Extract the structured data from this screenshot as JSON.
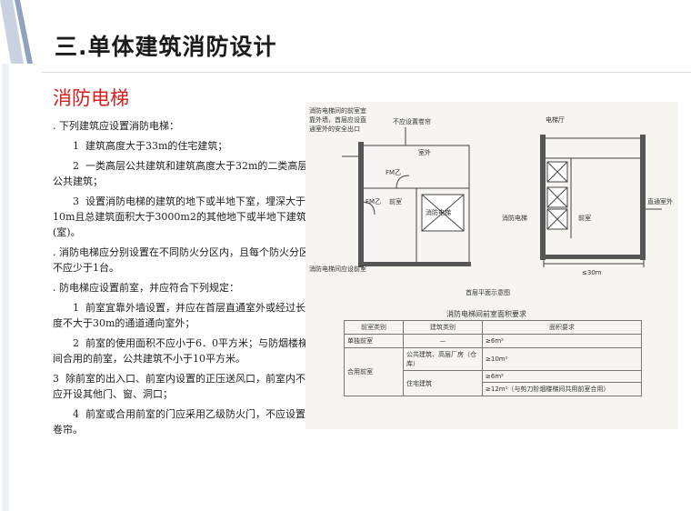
{
  "header": {
    "title": "三.单体建筑消防设计"
  },
  "section": {
    "title": "消防电梯"
  },
  "paragraphs": [
    {
      "text": ". 下列建筑应设置消防电梯：",
      "indent": false
    },
    {
      "text": "1  建筑高度大于33m的住宅建筑；",
      "indent": true
    },
    {
      "text": "2  一类高层公共建筑和建筑高度大于32m的二类高层公共建筑；",
      "indent": true
    },
    {
      "text": "3  设置消防电梯的建筑的地下或半地下室，埋深大于10m且总建筑面积大于3000m2的其他地下或半地下建筑(室)。",
      "indent": true
    },
    {
      "text": ". 消防电梯应分别设置在不同防火分区内，且每个防火分区不应少于1台。",
      "indent": false
    },
    {
      "text": ". 防电梯应设置前室，并应符合下列规定：",
      "indent": false
    },
    {
      "text": "1  前室宜靠外墙设置，并应在首层直通室外或经过长度不大于30m的通道通向室外；",
      "indent": true
    },
    {
      "text": "2  前室的使用面积不应小于6．0平方米；与防烟楼梯间合用的前室，公共建筑不小于10平方米。",
      "indent": true
    },
    {
      "text": "3  除前室的出入口、前室内设置的正压送风口，前室内不应开设其他门、窗、洞口；",
      "indent": false
    },
    {
      "text": "4  前室或合用前室的门应采用乙级防火门，不应设置卷帘。",
      "indent": true
    }
  ],
  "figure": {
    "labels": {
      "note1": "消防电梯间的前室宜",
      "note2": "靠外墙，首层应设直",
      "note3": "通室外的安全出口",
      "no_door": "不应设置卷帘",
      "outdoor": "室外",
      "fm1": "FM乙",
      "fm2": "FM乙",
      "front_room": "前室",
      "fire_elevator": "消防电梯",
      "left_note": "消防电梯间应设前室",
      "elevator_hall": "电梯厅",
      "elevator_left": "消防电梯",
      "front_room2": "前室",
      "direct_out": "直通室外",
      "dim": "≤30m",
      "caption": "首层平面示意图"
    },
    "table": {
      "title": "消防电梯间前室面积要求",
      "headers": [
        "前室类别",
        "建筑类别",
        "面积要求"
      ],
      "rows": [
        {
          "cat": "单独前室",
          "bld": "—",
          "req": "≥6m²"
        },
        {
          "cat": "合用前室",
          "bld": "公共建筑、高层厂房（仓库）",
          "req": "≥10m²"
        },
        {
          "cat": "",
          "bld": "住宅建筑",
          "req": "≥6m²"
        },
        {
          "cat": "",
          "bld": "",
          "req": "≥12m²（与剪刀阶烟楼梯间共用前室合用）"
        }
      ]
    }
  },
  "colors": {
    "accent_red": "#d42020",
    "deco_blue": "#8fa3bf"
  }
}
